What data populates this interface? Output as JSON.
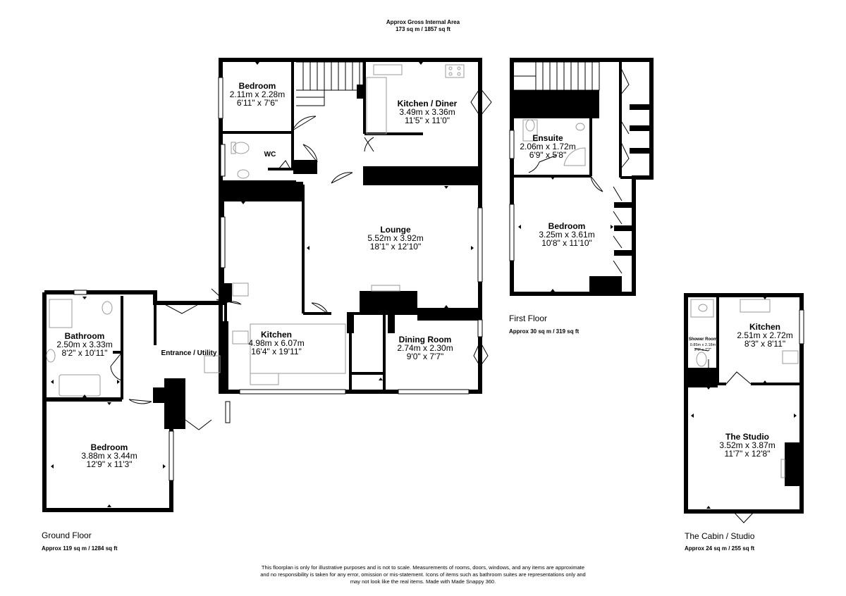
{
  "header": {
    "title": "Approx Gross Internal Area",
    "total_area": "173 sq m / 1857 sq ft"
  },
  "floors": {
    "ground": {
      "name": "Ground Floor",
      "area": "Approx 119 sq m / 1284 sq ft"
    },
    "first": {
      "name": "First Floor",
      "area": "Approx 30 sq m / 319 sq ft"
    },
    "cabin": {
      "name": "The Cabin / Studio",
      "area": "Approx 24 sq m / 255 sq ft"
    }
  },
  "rooms": {
    "bedroom_small": {
      "name": "Bedroom",
      "metric": "2.11m x 2.28m",
      "imperial": "6'11\" x 7'6\""
    },
    "kitchen_diner": {
      "name": "Kitchen / Diner",
      "metric": "3.49m x 3.36m",
      "imperial": "11'5\" x 11'0\""
    },
    "wc": {
      "name": "WC"
    },
    "lounge": {
      "name": "Lounge",
      "metric": "5.52m x 3.92m",
      "imperial": "18'1\" x 12'10\""
    },
    "kitchen": {
      "name": "Kitchen",
      "metric": "4.98m x 6.07m",
      "imperial": "16'4\" x 19'11\""
    },
    "dining": {
      "name": "Dining Room",
      "metric": "2.74m x 2.30m",
      "imperial": "9'0\" x 7'7\""
    },
    "entrance": {
      "name": "Entrance / Utility"
    },
    "bathroom": {
      "name": "Bathroom",
      "metric": "2.50m x 3.33m",
      "imperial": "8'2\" x 10'11\""
    },
    "bedroom_ground": {
      "name": "Bedroom",
      "metric": "3.88m x 3.44m",
      "imperial": "12'9\" x 11'3\""
    },
    "ensuite": {
      "name": "Ensuite",
      "metric": "2.06m x 1.72m",
      "imperial": "6'9\" x 5'8\""
    },
    "bedroom_first": {
      "name": "Bedroom",
      "metric": "3.25m x 3.61m",
      "imperial": "10'8\" x 11'10\""
    },
    "shower_room": {
      "name": "Shower Room",
      "metric": "0.85m x 2.18m",
      "imperial": "2'9\" x 7'2\""
    },
    "cabin_kitchen": {
      "name": "Kitchen",
      "metric": "2.51m x 2.72m",
      "imperial": "8'3\" x 8'11\""
    },
    "studio": {
      "name": "The Studio",
      "metric": "3.52m x 3.87m",
      "imperial": "11'7\" x 12'8\""
    }
  },
  "disclaimer": {
    "line1": "This floorplan is only for illustrative purposes and is not to scale. Measurements of rooms, doors, windows, and any items are approximate",
    "line2": "and no responsibility is taken for any error, omission or mis-statement. Icons of items such as bathroom suites are representations only and",
    "line3": "may not look like the real items. Made with Made Snappy 360."
  },
  "colors": {
    "wall": "#000000",
    "fixture": "#9a9a9a",
    "background": "#ffffff"
  }
}
